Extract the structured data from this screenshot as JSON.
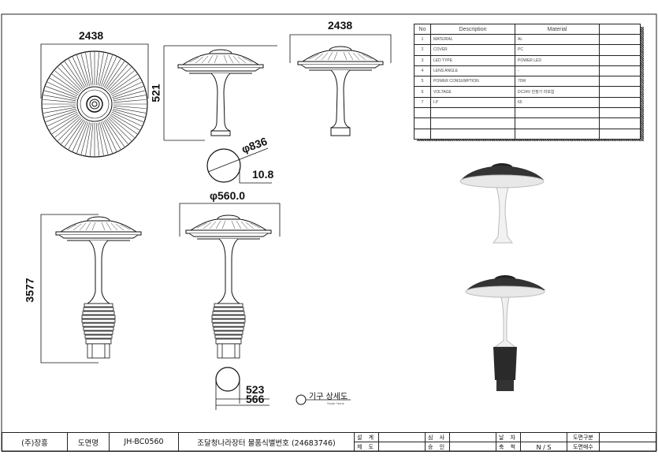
{
  "drawing": {
    "top_view_width": "2438",
    "side_view_height": "521",
    "front_view_width": "2438",
    "detail_diameter_outer": "φ836",
    "detail_thickness": "10.8",
    "detail_diameter_inner": "φ560.0",
    "total_height": "3577",
    "base_dim_1": "523",
    "base_dim_2": "566",
    "detail_title": "기구 상세도",
    "detail_scale": "Scale: None"
  },
  "spec_table": {
    "headers": [
      "No",
      "Description",
      "Material",
      ""
    ],
    "rows": [
      [
        "1",
        "MATERIAL",
        "AL",
        ""
      ],
      [
        "2",
        "COVER",
        "PC",
        ""
      ],
      [
        "3",
        "LED TYPE",
        "POWER LED",
        ""
      ],
      [
        "4",
        "LENS ANGLE",
        "-",
        ""
      ],
      [
        "5",
        "POWER CONSUMPTION",
        "70W",
        ""
      ],
      [
        "6",
        "VOLTAGE",
        "DC24V 안정기 미포함",
        ""
      ],
      [
        "7",
        "I.P",
        "65",
        ""
      ],
      [
        "",
        "",
        "",
        ""
      ],
      [
        "",
        "",
        "",
        ""
      ],
      [
        "",
        "",
        "",
        ""
      ]
    ]
  },
  "title_block": {
    "company": "(주)장흥",
    "drawing_name_label": "도면명",
    "model": "JH-BC0560",
    "description": "조달청나라장터 물품식별번호 (24683746)",
    "design_label": "설 계",
    "draft_label": "제 도",
    "review_label": "심 사",
    "approve_label": "승 인",
    "date_label": "날 자",
    "scale_label": "축 척",
    "scale_value": "N / S",
    "drawing_type_label": "도면구분",
    "drawing_count_label": "도면매수"
  }
}
